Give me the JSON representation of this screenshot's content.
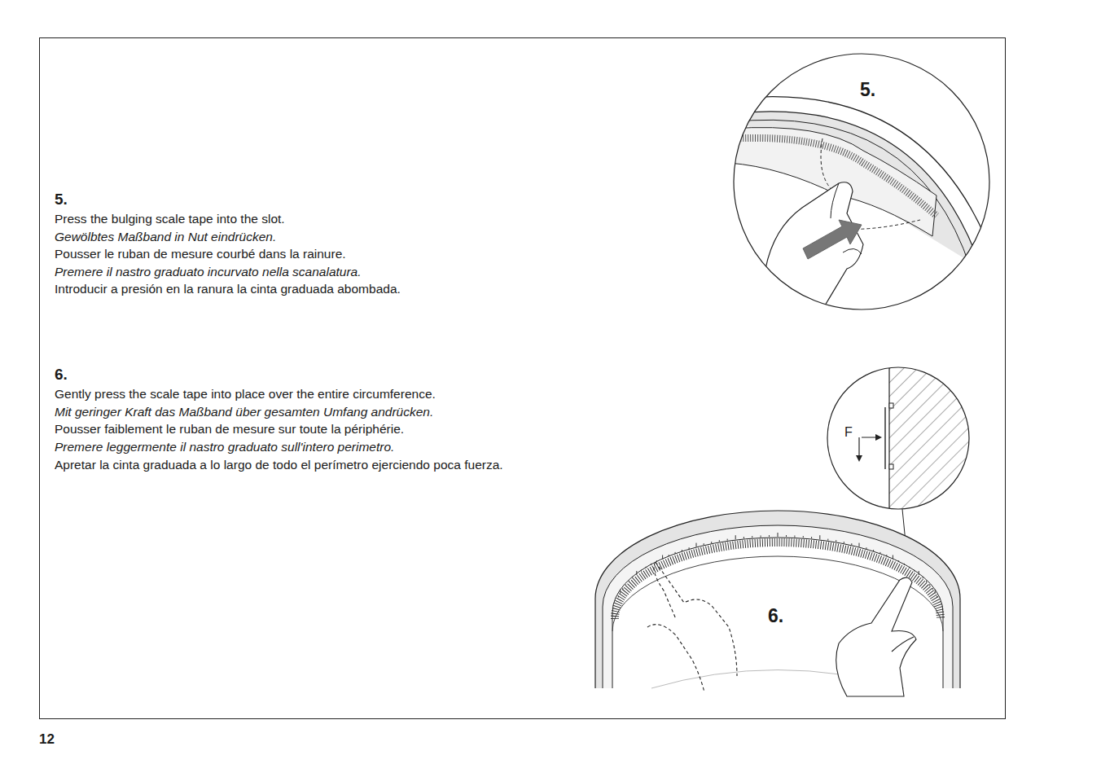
{
  "diagram": {
    "labels": [
      "5.",
      "Press the bulging scale tape into the slot.",
      "Gewölbtes Maßband in Nut eindrücken.",
      "Pousser le ruban de mesure courbé dans la rainure.",
      "Premere il nastro graduato incurvato nella scanalatura.",
      "Introducir a presión en la ranura la cinta graduada abombada.",
      "6.",
      "Gently press the scale tape into place over the entire circumference.",
      "Mit geringer Kraft das Maßband über gesamten Umfang andrücken.",
      "Pousser faiblement le ruban de mesure sur toute la périphérie.",
      "Premere leggermente il nastro graduato sull'intero perimetro.",
      "Apretar la cinta graduada a lo largo de todo el perímetro ejerciendo poca fuerza.",
      "5.",
      "F",
      "6.",
      "12"
    ]
  }
}
